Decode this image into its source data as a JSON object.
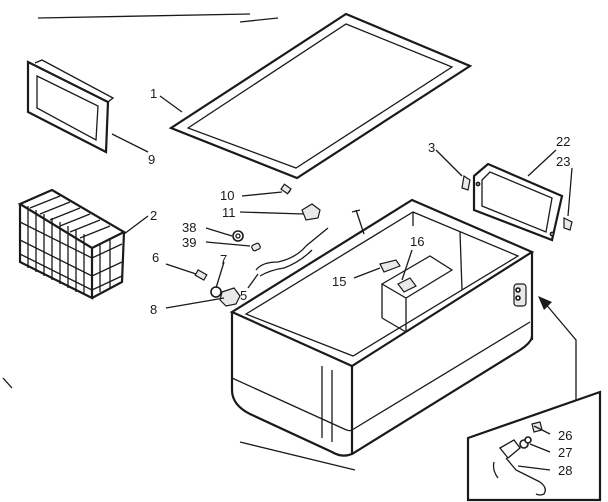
{
  "callouts": [
    {
      "id": "c1",
      "text": "1"
    },
    {
      "id": "c9",
      "text": "9"
    },
    {
      "id": "c2",
      "text": "2"
    },
    {
      "id": "c10",
      "text": "10"
    },
    {
      "id": "c11",
      "text": "11"
    },
    {
      "id": "c38",
      "text": "38"
    },
    {
      "id": "c39",
      "text": "39"
    },
    {
      "id": "c6",
      "text": "6"
    },
    {
      "id": "c7",
      "text": "7"
    },
    {
      "id": "c5",
      "text": "5"
    },
    {
      "id": "c8",
      "text": "8"
    },
    {
      "id": "c3",
      "text": "3"
    },
    {
      "id": "c22",
      "text": "22"
    },
    {
      "id": "c23",
      "text": "23"
    },
    {
      "id": "c16",
      "text": "16"
    },
    {
      "id": "c15",
      "text": "15"
    },
    {
      "id": "c26",
      "text": "26"
    },
    {
      "id": "c27",
      "text": "27"
    },
    {
      "id": "c28",
      "text": "28"
    }
  ]
}
